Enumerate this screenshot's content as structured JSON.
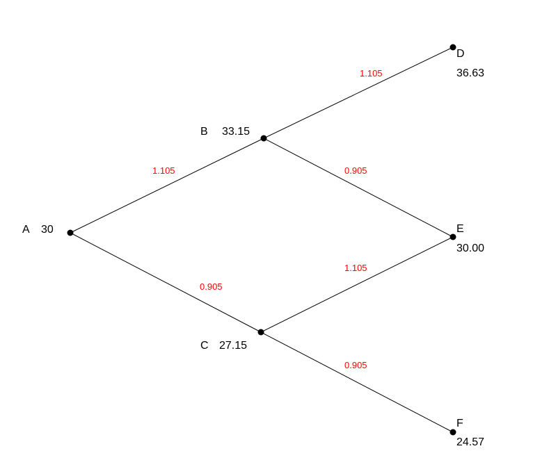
{
  "colors": {
    "line": "#000000",
    "node": "#000000",
    "factor": "#ff0000",
    "text": "#000000"
  },
  "nodes": {
    "A": {
      "name": "A",
      "value": "30"
    },
    "B": {
      "name": "B",
      "value": "33.15"
    },
    "C": {
      "name": "C",
      "value": "27.15"
    },
    "D": {
      "name": "D",
      "value": "36.63"
    },
    "E": {
      "name": "E",
      "value": "30.00"
    },
    "F": {
      "name": "F",
      "value": "24.57"
    }
  },
  "edges": {
    "AB": {
      "from": "A",
      "to": "B",
      "factor": "1.105"
    },
    "AC": {
      "from": "A",
      "to": "C",
      "factor": "0.905"
    },
    "BD": {
      "from": "B",
      "to": "D",
      "factor": "1.105"
    },
    "BE": {
      "from": "B",
      "to": "E",
      "factor": "0.905"
    },
    "CE": {
      "from": "C",
      "to": "E",
      "factor": "1.105"
    },
    "CF": {
      "from": "C",
      "to": "F",
      "factor": "0.905"
    }
  }
}
